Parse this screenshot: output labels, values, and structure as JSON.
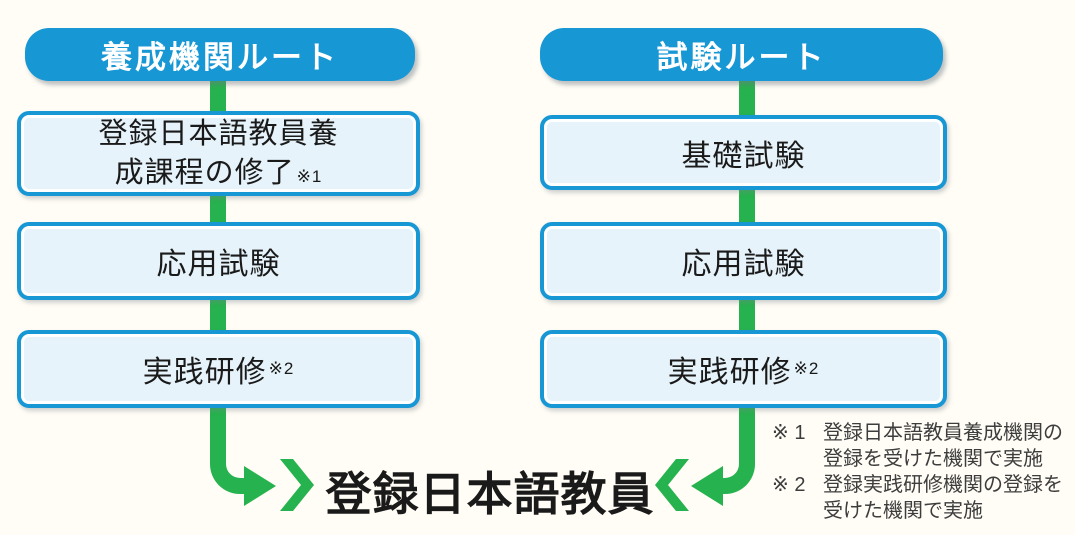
{
  "colors": {
    "background": "#FFFDF5",
    "blue": "#1897D5",
    "box_fill": "#E6F3FA",
    "green": "#26B24E",
    "text": "#1A1A1A",
    "note_text": "#3D3D3D",
    "header_text": "#FFFFFF"
  },
  "routes": [
    {
      "header": "養成機関ルート",
      "steps": [
        {
          "line1": "登録日本語教員養",
          "line2": "成課程の修了",
          "note": "※1"
        },
        {
          "label": "応用試験"
        },
        {
          "label": "実践研修",
          "note": "※2"
        }
      ]
    },
    {
      "header": "試験ルート",
      "steps": [
        {
          "label": "基礎試験"
        },
        {
          "label": "応用試験"
        },
        {
          "label": "実践研修",
          "note": "※2"
        }
      ]
    }
  ],
  "result": {
    "label": "登録日本語教員"
  },
  "notes": [
    {
      "marker": "※ 1",
      "line1": "登録日本語教員養成機関の",
      "line2": "登録を受けた機関で実施"
    },
    {
      "marker": "※ 2",
      "line1": "登録実践研修機関の登録を",
      "line2": "受けた機関で実施"
    }
  ]
}
